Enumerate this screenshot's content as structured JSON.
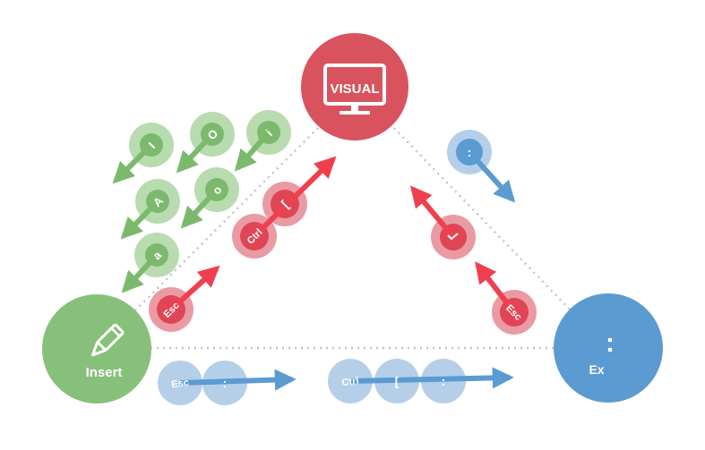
{
  "modes": {
    "visual": "VISUAL",
    "insert": "Insert",
    "ex": "Ex",
    "ex_symbol": ":"
  },
  "insert_keys": {
    "I": "I",
    "O": "O",
    "i": "i",
    "A": "A",
    "o": "o",
    "a": "a"
  },
  "transitions": {
    "insert_to_visual_esc": "Esc",
    "insert_to_visual_ctrl": "Ctrl",
    "insert_to_visual_bracket": "[",
    "visual_to_ex": ":",
    "ex_to_visual_esc": "Esc",
    "insert_to_ex_esc": "Esc",
    "insert_to_ex_colon": ":",
    "bottom_ctrl": "Ctrl",
    "bottom_bracket": "[",
    "bottom_colon": ":"
  },
  "colors": {
    "visual": "#d9535f",
    "insert": "#87c07a",
    "ex": "#5b9bd1",
    "green_light": "#b9dbb0",
    "green_dark": "#7cb96d",
    "red_light": "#ea9aa2",
    "red_dark": "#e04556",
    "blue_light": "#b5cfe9",
    "blue_dark": "#5b9bd1",
    "triangle": "#c4c4c4"
  }
}
